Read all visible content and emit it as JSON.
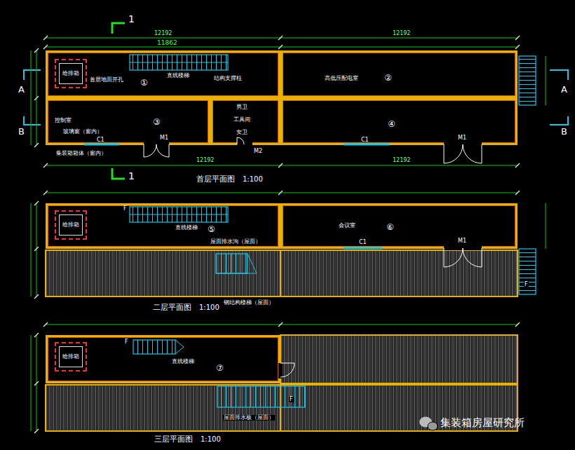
{
  "diagram": {
    "nodes": [
      {
        "text": [
          "①"
        ]
      },
      {
        "text": [
          "给排箱"
        ],
        "in": 0
      },
      {
        "text": [
          "高低压配电室",
          "②"
        ]
      },
      {
        "text": [
          "控制室",
          "③"
        ]
      },
      {
        "text": [
          "男卫",
          "工具间",
          "女卫"
        ]
      },
      {
        "text": [
          "④"
        ]
      },
      {
        "text": [
          "⑤"
        ]
      },
      {
        "text": [
          "给排箱"
        ],
        "in": 6
      },
      {
        "text": [
          "会议室",
          "⑥"
        ]
      },
      {
        "text": [
          "⑦"
        ]
      },
      {
        "text": [
          "给排箱"
        ],
        "in": 9
      }
    ],
    "labels": [
      "1",
      "1",
      "A",
      "A",
      "B",
      "B",
      "12192",
      "12192",
      "11862",
      "12192",
      "12192",
      "直线楼梯",
      "首层地面开孔",
      "结构支撑柱",
      "玻璃窗（窗内）",
      "集装箱箱体（窗内）",
      "C1",
      "M1",
      "M2",
      "C1",
      "M1",
      "首层平面图",
      "1:100",
      "直线楼梯",
      "C1",
      "M1",
      "屋面排水沟（屋面）",
      "钢结构楼梯（屋面）",
      "F",
      "F",
      "二层平面图",
      "1:100",
      "直线楼梯",
      "F",
      "F",
      "屋面排水板（屋面）",
      "三层平面图",
      "1:100",
      "集装箱房屋研究所"
    ]
  }
}
